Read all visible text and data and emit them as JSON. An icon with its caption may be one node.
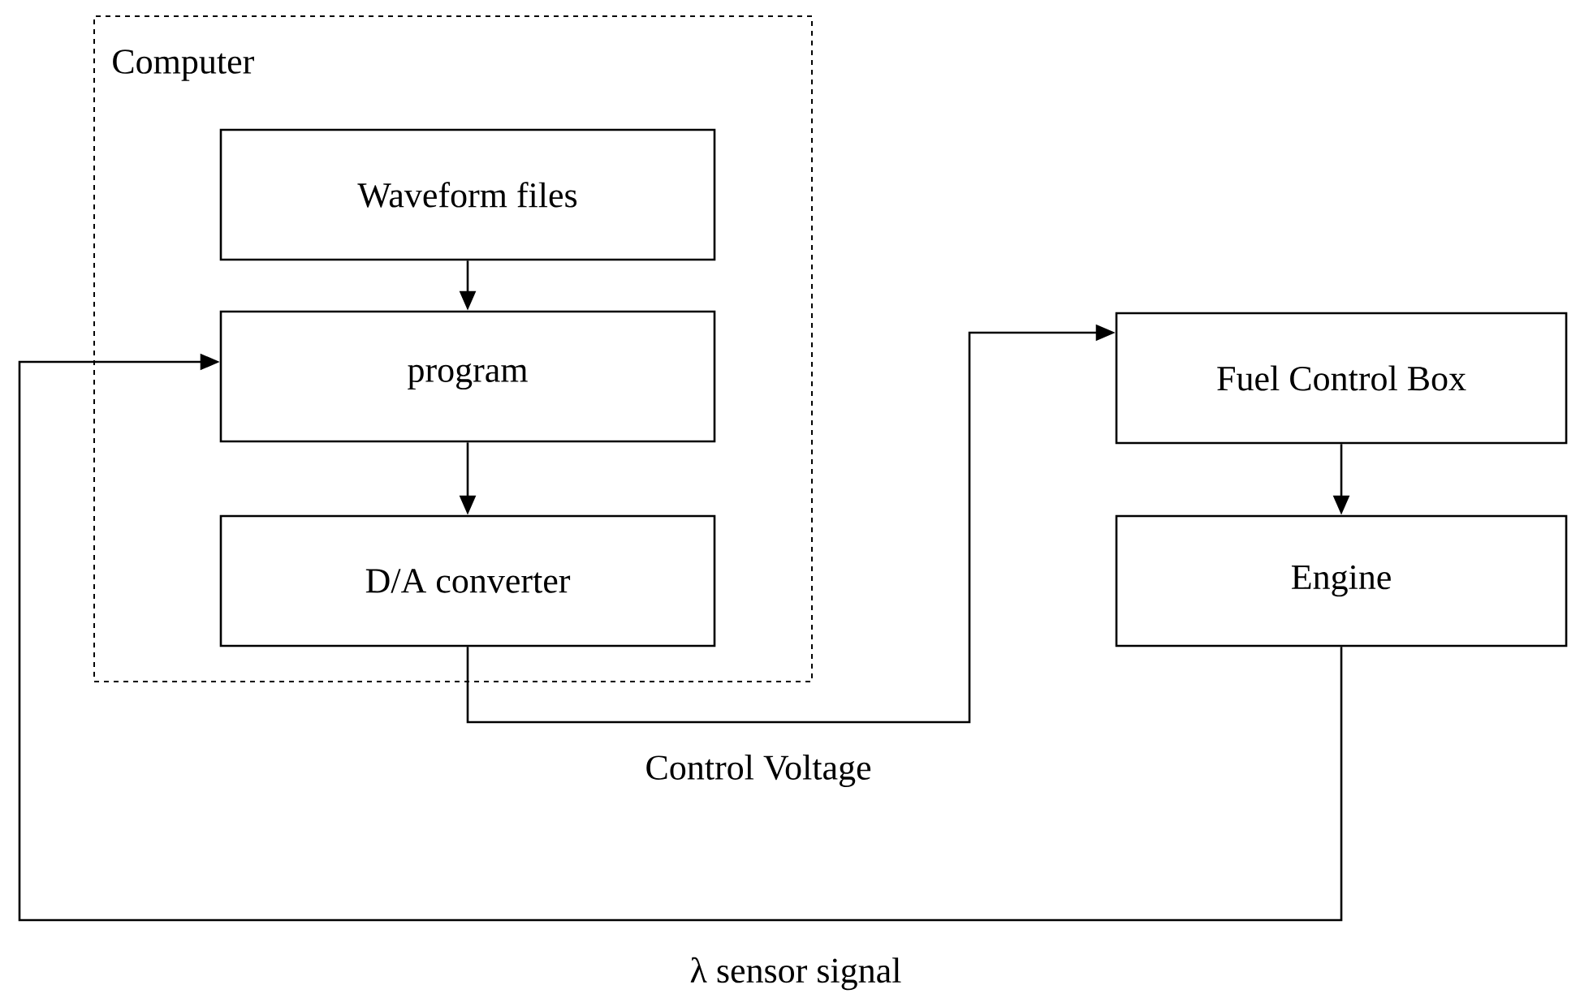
{
  "diagram": {
    "nodes": [
      {
        "text": [
          "Computer"
        ]
      },
      {
        "text": [
          "Waveform files"
        ],
        "in": 0
      },
      {
        "text": [
          "program"
        ],
        "in": 0
      },
      {
        "text": [
          "D/A converter"
        ],
        "in": 0
      },
      {
        "text": [
          "Fuel Control Box"
        ]
      },
      {
        "text": [
          "Engine"
        ]
      }
    ],
    "edges": [
      {
        "from": 1,
        "to": 2,
        "arrow": "to"
      },
      {
        "from": 2,
        "to": 3,
        "arrow": "to"
      },
      {
        "from": 3,
        "to": 4,
        "arrow": "to",
        "label": "Control Voltage"
      },
      {
        "from": 4,
        "to": 5,
        "arrow": "to"
      },
      {
        "from": 5,
        "to": 2,
        "arrow": "to",
        "label": "λ sensor signal"
      }
    ]
  }
}
